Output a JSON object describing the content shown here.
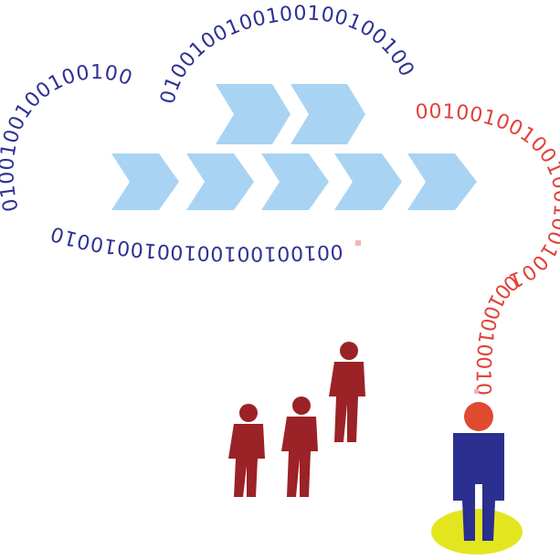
{
  "binary_streams": {
    "cloud_upper_left": "0100100100100100",
    "cloud_upper_right": "0100100100100100100100",
    "cloud_bottom": "0010010010010010010010",
    "cloud_left_side": "0100100100100",
    "red_right_arc": "0010010010010010010010",
    "red_descent": "0010010010010010010"
  },
  "colors": {
    "binary_blue": "#2e3192",
    "binary_red": "#e0423a",
    "chevron": "#a9d3f3",
    "person_blue": "#2b2f8f",
    "person_head": "#e04a2f",
    "spotlight": "#e3e61f",
    "crowd": "#9b2226"
  },
  "figures": {
    "chevrons_top_row": 2,
    "chevrons_bottom_row": 5,
    "crowd_count": 3
  }
}
